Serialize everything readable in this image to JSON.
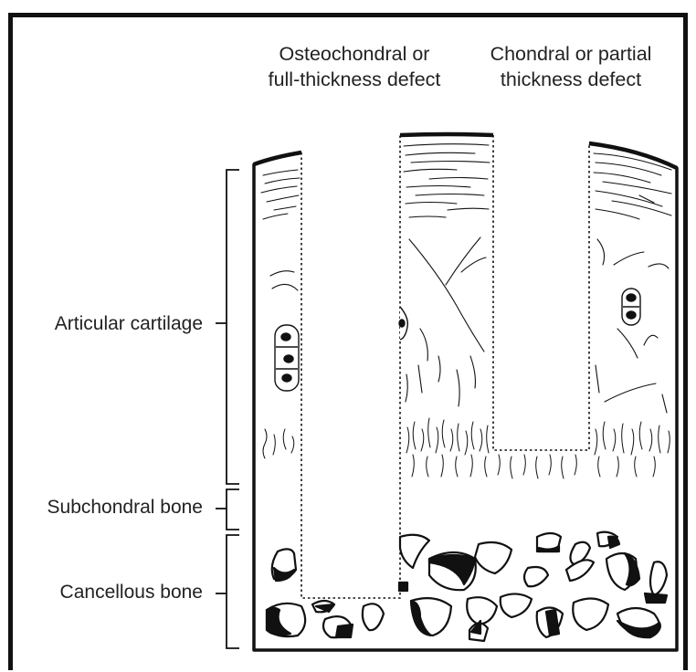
{
  "labels": {
    "articular": "Articular cartilage",
    "subchondral": "Subchondral bone",
    "cancellous": "Cancellous bone",
    "osteo_line1": "Osteochondral or",
    "osteo_line2": "full-thickness defect",
    "chondral_line1": "Chondral or partial",
    "chondral_line2": "thickness defect"
  },
  "colors": {
    "ink": "#111111",
    "text": "#222222",
    "background": "#ffffff"
  }
}
